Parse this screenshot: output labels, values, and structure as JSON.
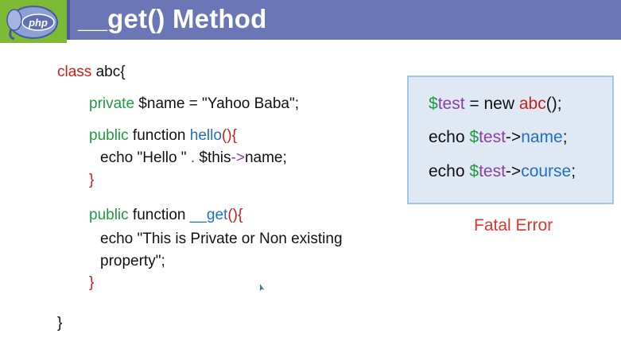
{
  "header": {
    "title": "__get() Method",
    "logo_text": "php"
  },
  "code": {
    "class_kw": "class",
    "class_decl": " abc{",
    "private_kw": "private",
    "name_assign": " $name = \"Yahoo Baba\";",
    "public_kw_1": "public",
    "function_kw_1": " function ",
    "hello_name": "hello",
    "hello_paren": "(){",
    "echo_hello_1": "echo \"Hello \" ",
    "dot": ".",
    "this_var": " $this",
    "arrow_1": "->",
    "name_prop": "name;",
    "close_brace_1": "}",
    "public_kw_2": "public",
    "function_kw_2": " function ",
    "get_name": "__get",
    "get_paren": "(){",
    "echo_private_1": "echo \"This is Private or Non existing",
    "echo_private_2": "property\";",
    "close_brace_2": "}",
    "class_close": "}"
  },
  "box": {
    "line1_dollar": "$",
    "line1_var": "test",
    "line1_mid": " = new ",
    "line1_class": "abc",
    "line1_end": "();",
    "line2_echo": "echo ",
    "line2_dollar": "$",
    "line2_var": "test",
    "line2_arrow": "->",
    "line2_prop": "name",
    "line2_end": ";",
    "line3_echo": "echo ",
    "line3_dollar": "$",
    "line3_var": "test",
    "line3_arrow": "->",
    "line3_prop": "course",
    "line3_end": ";"
  },
  "fatal_error": "Fatal Error",
  "colors": {
    "header": "#6a76b6",
    "logo_bg": "#7dbb36",
    "keyword_red": "#c8201c",
    "keyword_green": "#1e9b3d",
    "keyword_blue": "#1f6fc8",
    "keyword_purple": "#8a3fa7",
    "error": "#e0342d",
    "box_bg": "#dfe8f3"
  }
}
